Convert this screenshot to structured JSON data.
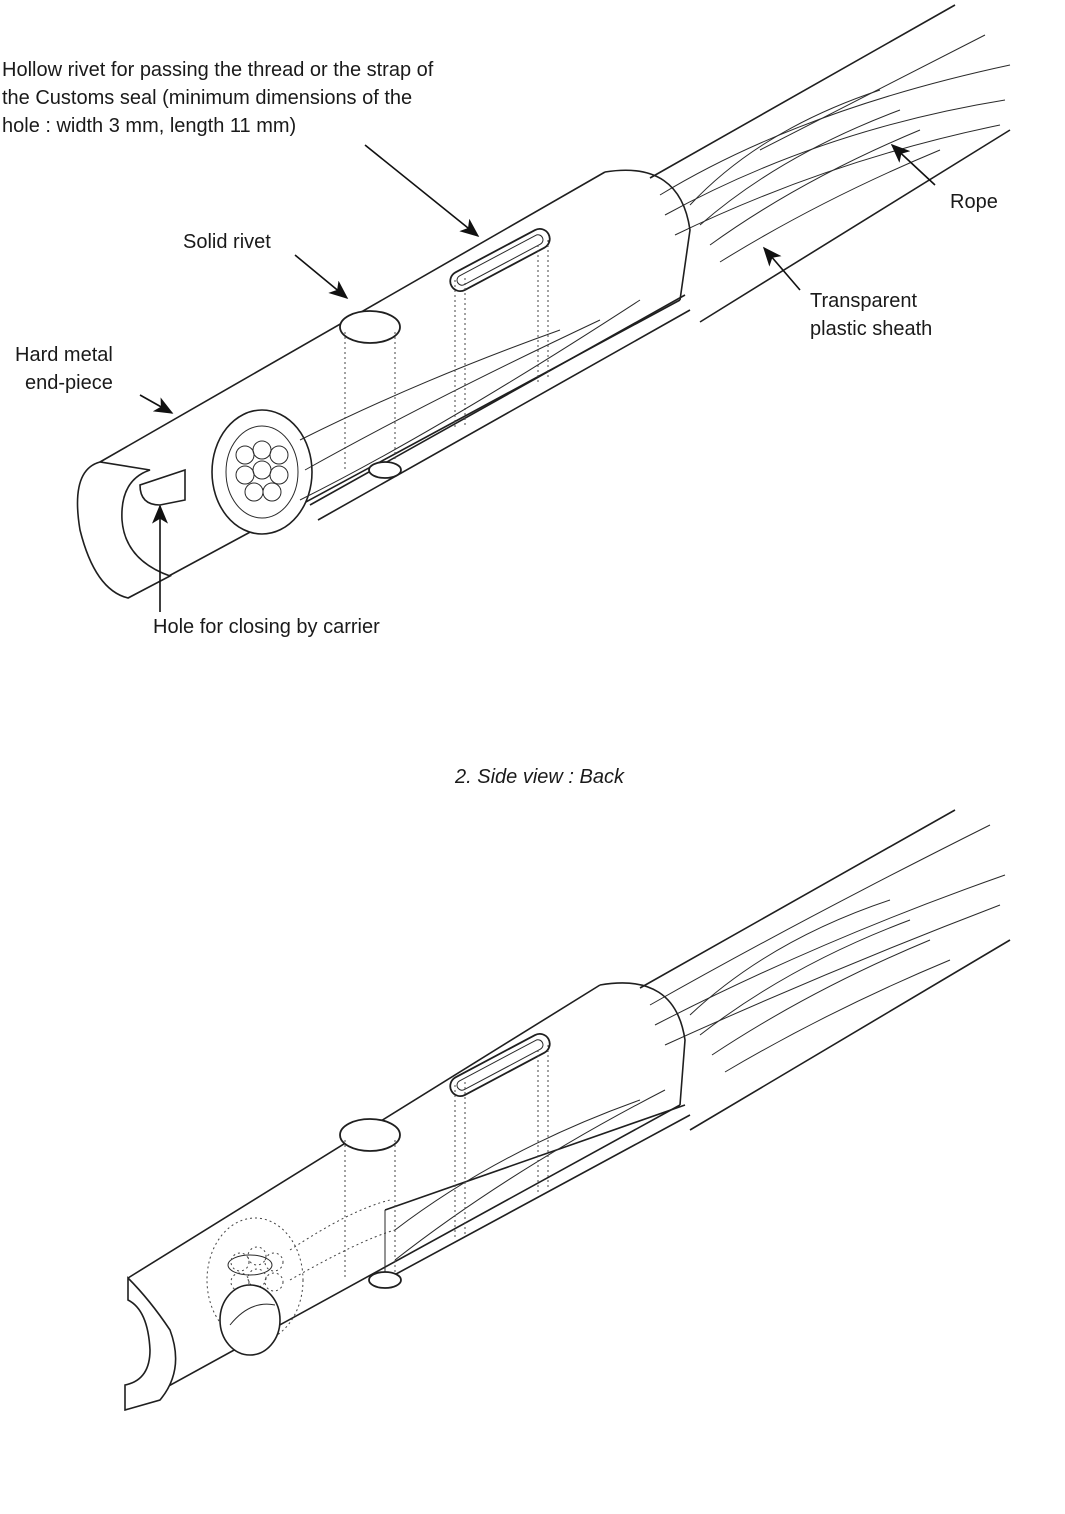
{
  "labels": {
    "hollow_rivet": "Hollow rivet for passing the thread or the strap of\nthe Customs seal (minimum dimensions of the\nhole : width 3 mm, length 11 mm)",
    "rope": "Rope",
    "solid_rivet": "Solid rivet",
    "sheath": "Transparent\nplastic sheath",
    "end_piece": "Hard metal\nend-piece",
    "closing_hole": "Hole for closing by carrier"
  },
  "caption_back": "2. Side view : Back"
}
